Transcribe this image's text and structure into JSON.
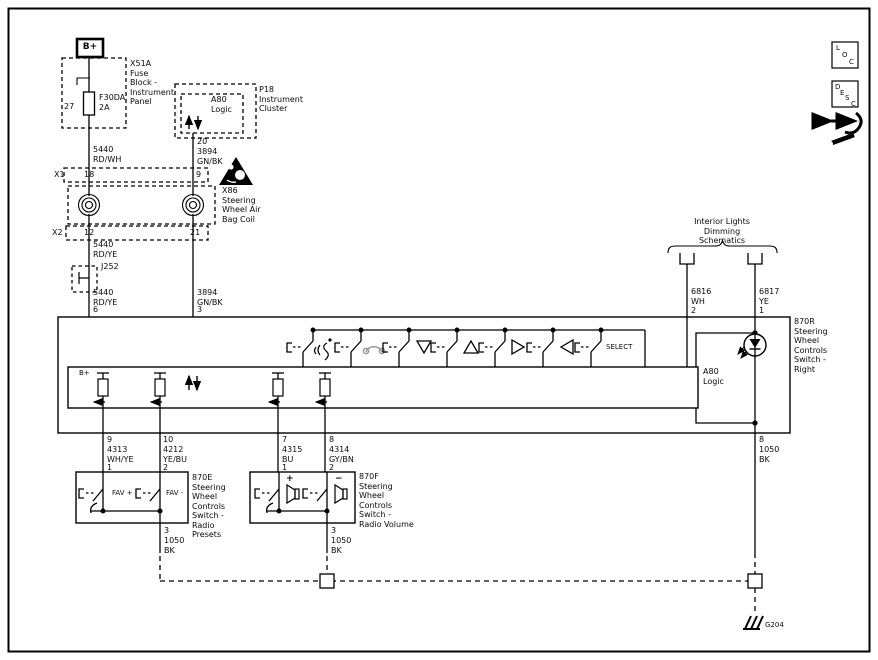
{
  "corner": {
    "loc": [
      "L",
      "O",
      "C"
    ],
    "desc": [
      "D",
      "E",
      "S",
      "C"
    ]
  },
  "power": {
    "battery": "B+",
    "fuse_block": "X51A\nFuse\nBlock -\nInstrument\nPanel",
    "fuse": "F30DA\n2A",
    "fuse_pin": "27",
    "wire_rd_wh": "5440\nRD/WH"
  },
  "cluster": {
    "p18": "P18\nInstrument\nCluster",
    "a80": "A80\nLogic",
    "pin": "20",
    "wire": "3894\nGN/BK"
  },
  "x1": {
    "label": "X1",
    "left_pin": "18",
    "right_pin": "9"
  },
  "airbag": {
    "label": "X86\nSteering\nWheel Air\nBag Coil"
  },
  "x2": {
    "label": "X2",
    "left_pin": "12",
    "right_pin": "21"
  },
  "left_branch": {
    "wire_upper": "5440\nRD/YE",
    "splice": "J252",
    "wire_lower": "5440\nRD/YE",
    "pin": "6"
  },
  "right_branch": {
    "wire_lower": "3894\nGN/BK",
    "pin": "3"
  },
  "dimming": {
    "title": "Interior Lights\nDimming\nSchematics",
    "wire_wh": "6816\nWH",
    "pin_wh": "2",
    "wire_ye": "6817\nYE",
    "pin_ye": "1"
  },
  "switch_870r": {
    "label": "870R\nSteering\nWheel\nControls\nSwitch -\nRight",
    "logic": "A80\nLogic",
    "b_plus": "B+",
    "select": "SELECT"
  },
  "outputs": {
    "o1": {
      "pin": "9",
      "wire": "4313\nWH/YE",
      "pin2": "1"
    },
    "o2": {
      "pin": "10",
      "wire": "4212\nYE/BU",
      "pin2": "2"
    },
    "o3": {
      "pin": "7",
      "wire": "4315\nBU",
      "pin2": "1"
    },
    "o4": {
      "pin": "8",
      "wire": "4314\nGY/BN",
      "pin2": "2"
    },
    "led": {
      "pin": "8",
      "wire": "1050\nBK"
    }
  },
  "switch_870e": {
    "label": "870E\nSteering\nWheel\nControls\nSwitch -\nRadio\nPresets",
    "fav_plus": "FAV +",
    "fav_minus": "FAV -",
    "pin": "3",
    "wire": "1050\nBK"
  },
  "switch_870f": {
    "label": "870F\nSteering\nWheel\nControls\nSwitch -\nRadio Volume",
    "plus": "+",
    "minus": "−",
    "pin": "3",
    "wire": "1050\nBK"
  },
  "ground": {
    "label": "G204"
  }
}
